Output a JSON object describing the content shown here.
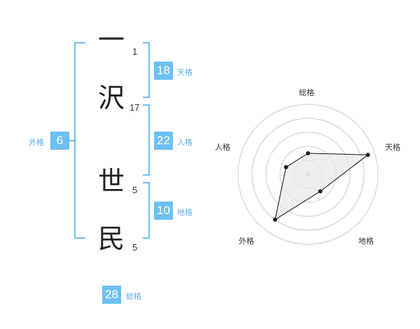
{
  "name_chars": [
    {
      "char": "一",
      "strokes": "1"
    },
    {
      "char": "沢",
      "strokes": "17"
    },
    {
      "char": "世",
      "strokes": "5"
    },
    {
      "char": "民",
      "strokes": "5"
    }
  ],
  "kakusu": {
    "tenkaku": {
      "value": "18",
      "label": "天格"
    },
    "jinkaku": {
      "value": "22",
      "label": "人格"
    },
    "chikaku": {
      "value": "10",
      "label": "地格"
    },
    "gaikaku": {
      "value": "6",
      "label": "外格"
    },
    "soukaku": {
      "value": "28",
      "label": "総格"
    }
  },
  "colors": {
    "accent": "#6cc0f2",
    "radar_fill": "#e8e8e8",
    "ring": "#cccccc"
  },
  "chart_data": {
    "type": "radar",
    "axes": [
      "総格",
      "天格",
      "地格",
      "外格",
      "人格"
    ],
    "values": [
      0.3,
      0.9,
      0.3,
      0.8,
      0.33
    ],
    "rings": 5
  }
}
